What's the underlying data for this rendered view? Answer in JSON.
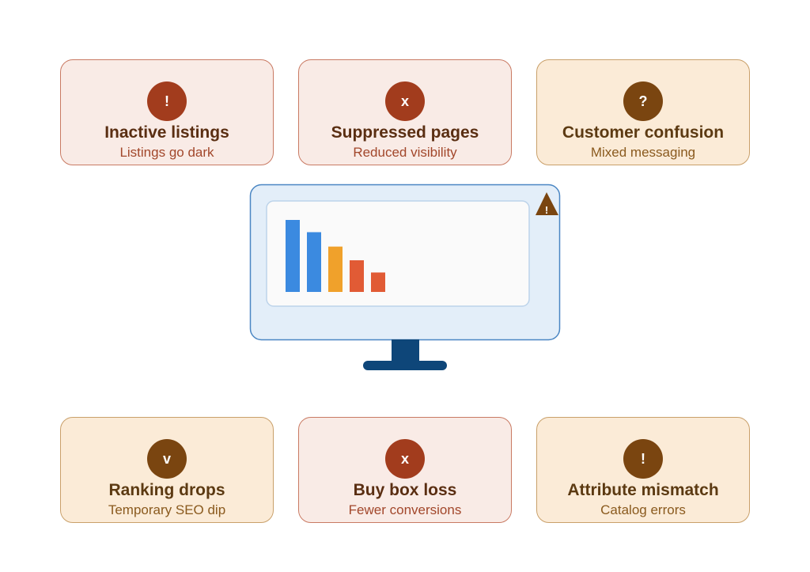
{
  "cards": [
    {
      "badge": "!",
      "title": "Inactive listings",
      "subtitle": "Listings go dark",
      "tone": "red"
    },
    {
      "badge": "x",
      "title": "Suppressed pages",
      "subtitle": "Reduced visibility",
      "tone": "red"
    },
    {
      "badge": "?",
      "title": "Customer confusion",
      "subtitle": "Mixed messaging",
      "tone": "amber"
    },
    {
      "badge": "v",
      "title": "Ranking drops",
      "subtitle": "Temporary SEO dip",
      "tone": "amber"
    },
    {
      "badge": "x",
      "title": "Buy box loss",
      "subtitle": "Fewer conversions",
      "tone": "red"
    },
    {
      "badge": "!",
      "title": "Attribute mismatch",
      "subtitle": "Catalog errors",
      "tone": "amber"
    }
  ],
  "monitor": {
    "warning_symbol": "!",
    "bar_levels": [
      1.0,
      0.83,
      0.63,
      0.44,
      0.27
    ],
    "bar_colors": [
      "#3b8ae0",
      "#3b8ae0",
      "#f0a12b",
      "#e15b35",
      "#e15b35"
    ]
  },
  "colors": {
    "red_card_bg": "#f9ebe6",
    "amber_card_bg": "#fbebd7",
    "red_badge": "#a23c1d",
    "amber_badge": "#7a4510",
    "screen_bezel": "#e3eef9",
    "stand": "#0e4679"
  }
}
